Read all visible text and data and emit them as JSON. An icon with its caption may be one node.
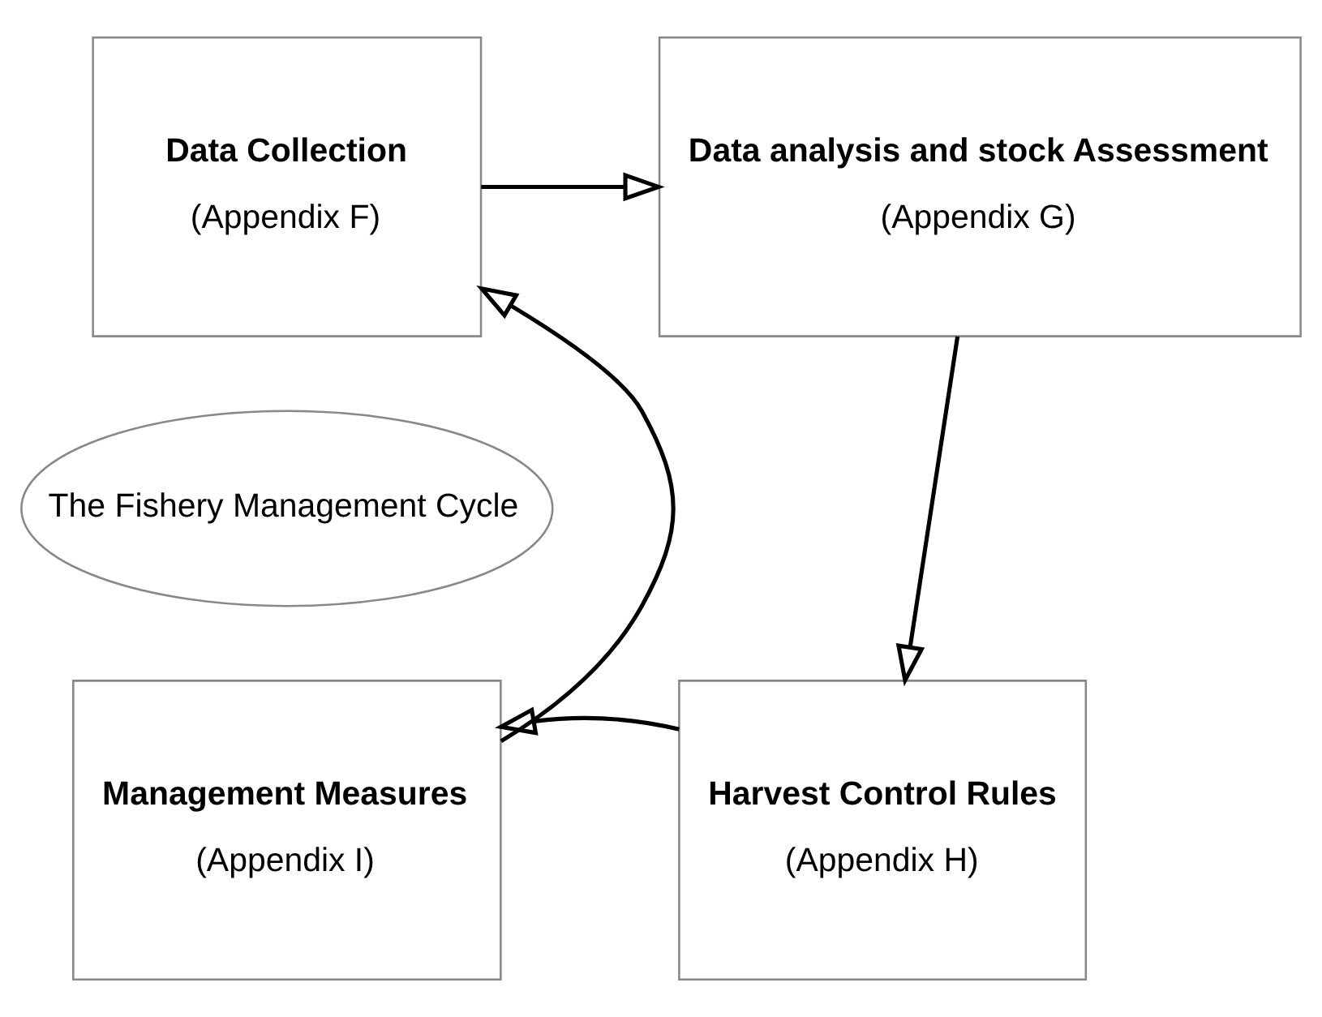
{
  "diagram": {
    "nodes": [
      {
        "text": [
          "Data Collection",
          "(Appendix F)"
        ]
      },
      {
        "text": [
          "Data analysis and stock Assessment",
          "(Appendix G)"
        ]
      },
      {
        "text": [
          "Harvest Control Rules",
          "(Appendix H)"
        ]
      },
      {
        "text": [
          "Management Measures",
          "(Appendix I)"
        ]
      },
      {
        "text": [
          "The Fishery Management Cycle"
        ]
      }
    ],
    "edges": [
      {
        "from": 0,
        "to": 1,
        "arrow": "to"
      },
      {
        "from": 1,
        "to": 2,
        "arrow": "to"
      },
      {
        "from": 2,
        "to": 3,
        "arrow": "to"
      },
      {
        "from": 3,
        "to": 0,
        "arrow": "to"
      }
    ]
  }
}
